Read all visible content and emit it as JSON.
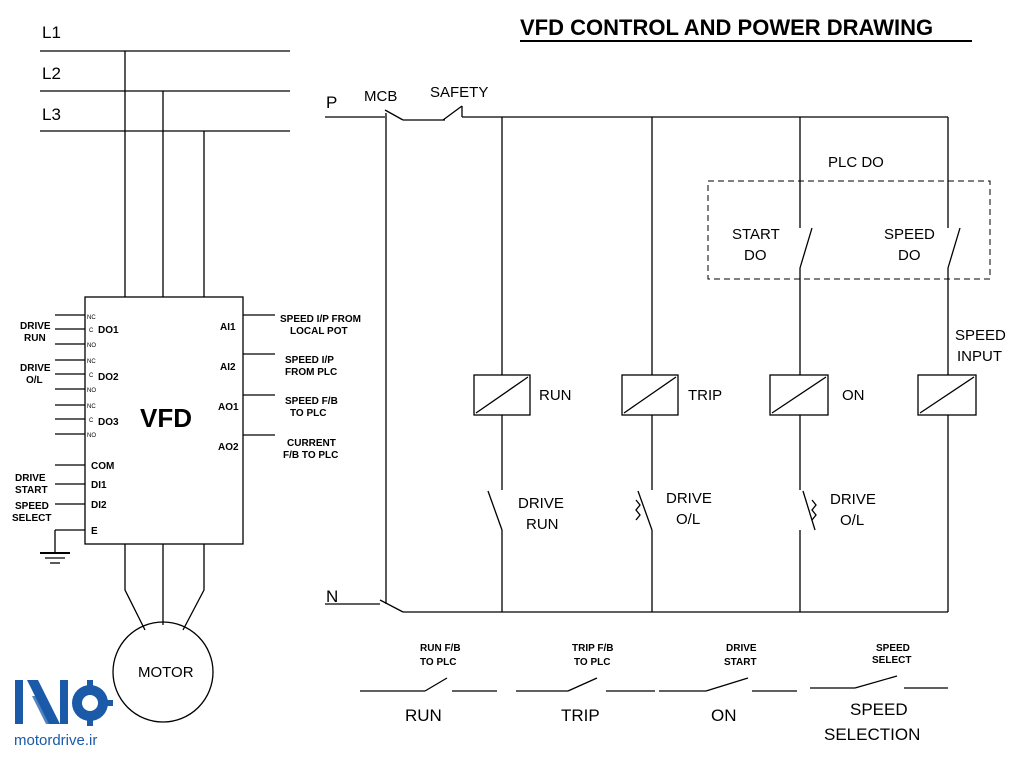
{
  "title": "VFD CONTROL AND POWER DRAWING",
  "lines": {
    "l1": "L1",
    "l2": "L2",
    "l3": "L3",
    "p": "P",
    "n": "N"
  },
  "breakers": {
    "mcb": "MCB",
    "safety": "SAFETY"
  },
  "plc_do": {
    "label": "PLC DO",
    "start_1": "START",
    "start_2": "DO",
    "speed_1": "SPEED",
    "speed_2": "DO"
  },
  "coils": {
    "run": "RUN",
    "trip": "TRIP",
    "on": "ON",
    "speed_input_1": "SPEED",
    "speed_input_2": "INPUT"
  },
  "contacts": {
    "drive_run_1": "DRIVE",
    "drive_run_2": "RUN",
    "drive_ol_1": "DRIVE",
    "drive_ol_2": "O/L",
    "drive_ol_b_1": "DRIVE",
    "drive_ol_b_2": "O/L"
  },
  "vfd": {
    "label": "VFD",
    "do1": "DO1",
    "do2": "DO2",
    "do3": "DO3",
    "com": "COM",
    "di1": "DI1",
    "di2": "DI2",
    "e": "E",
    "ai1": "AI1",
    "ai2": "AI2",
    "ao1": "AO1",
    "ao2": "AO2",
    "nc": "NC",
    "c": "C",
    "no": "NO"
  },
  "left_labels": {
    "drive_run_1": "DRIVE",
    "drive_run_2": "RUN",
    "drive_ol_1": "DRIVE",
    "drive_ol_2": "O/L",
    "drive_start_1": "DRIVE",
    "drive_start_2": "START",
    "speed_select_1": "SPEED",
    "speed_select_2": "SELECT"
  },
  "right_labels": {
    "ai1_1": "SPEED I/P FROM",
    "ai1_2": "LOCAL POT",
    "ai2_1": "SPEED I/P",
    "ai2_2": "FROM PLC",
    "ao1_1": "SPEED F/B",
    "ao1_2": "TO PLC",
    "ao2_1": "CURRENT",
    "ao2_2": "F/B TO PLC"
  },
  "motor": "MOTOR",
  "bottom": {
    "run_fb_1": "RUN F/B",
    "run_fb_2": "TO PLC",
    "trip_fb_1": "TRIP F/B",
    "trip_fb_2": "TO PLC",
    "drive_start_1": "DRIVE",
    "drive_start_2": "START",
    "speed_select_1": "SPEED",
    "speed_select_2": "SELECT",
    "run": "RUN",
    "trip": "TRIP",
    "on": "ON",
    "speed_selection_1": "SPEED",
    "speed_selection_2": "SELECTION"
  },
  "brand": {
    "url": "motordrive.ir",
    "color": "#1a5aa8"
  }
}
